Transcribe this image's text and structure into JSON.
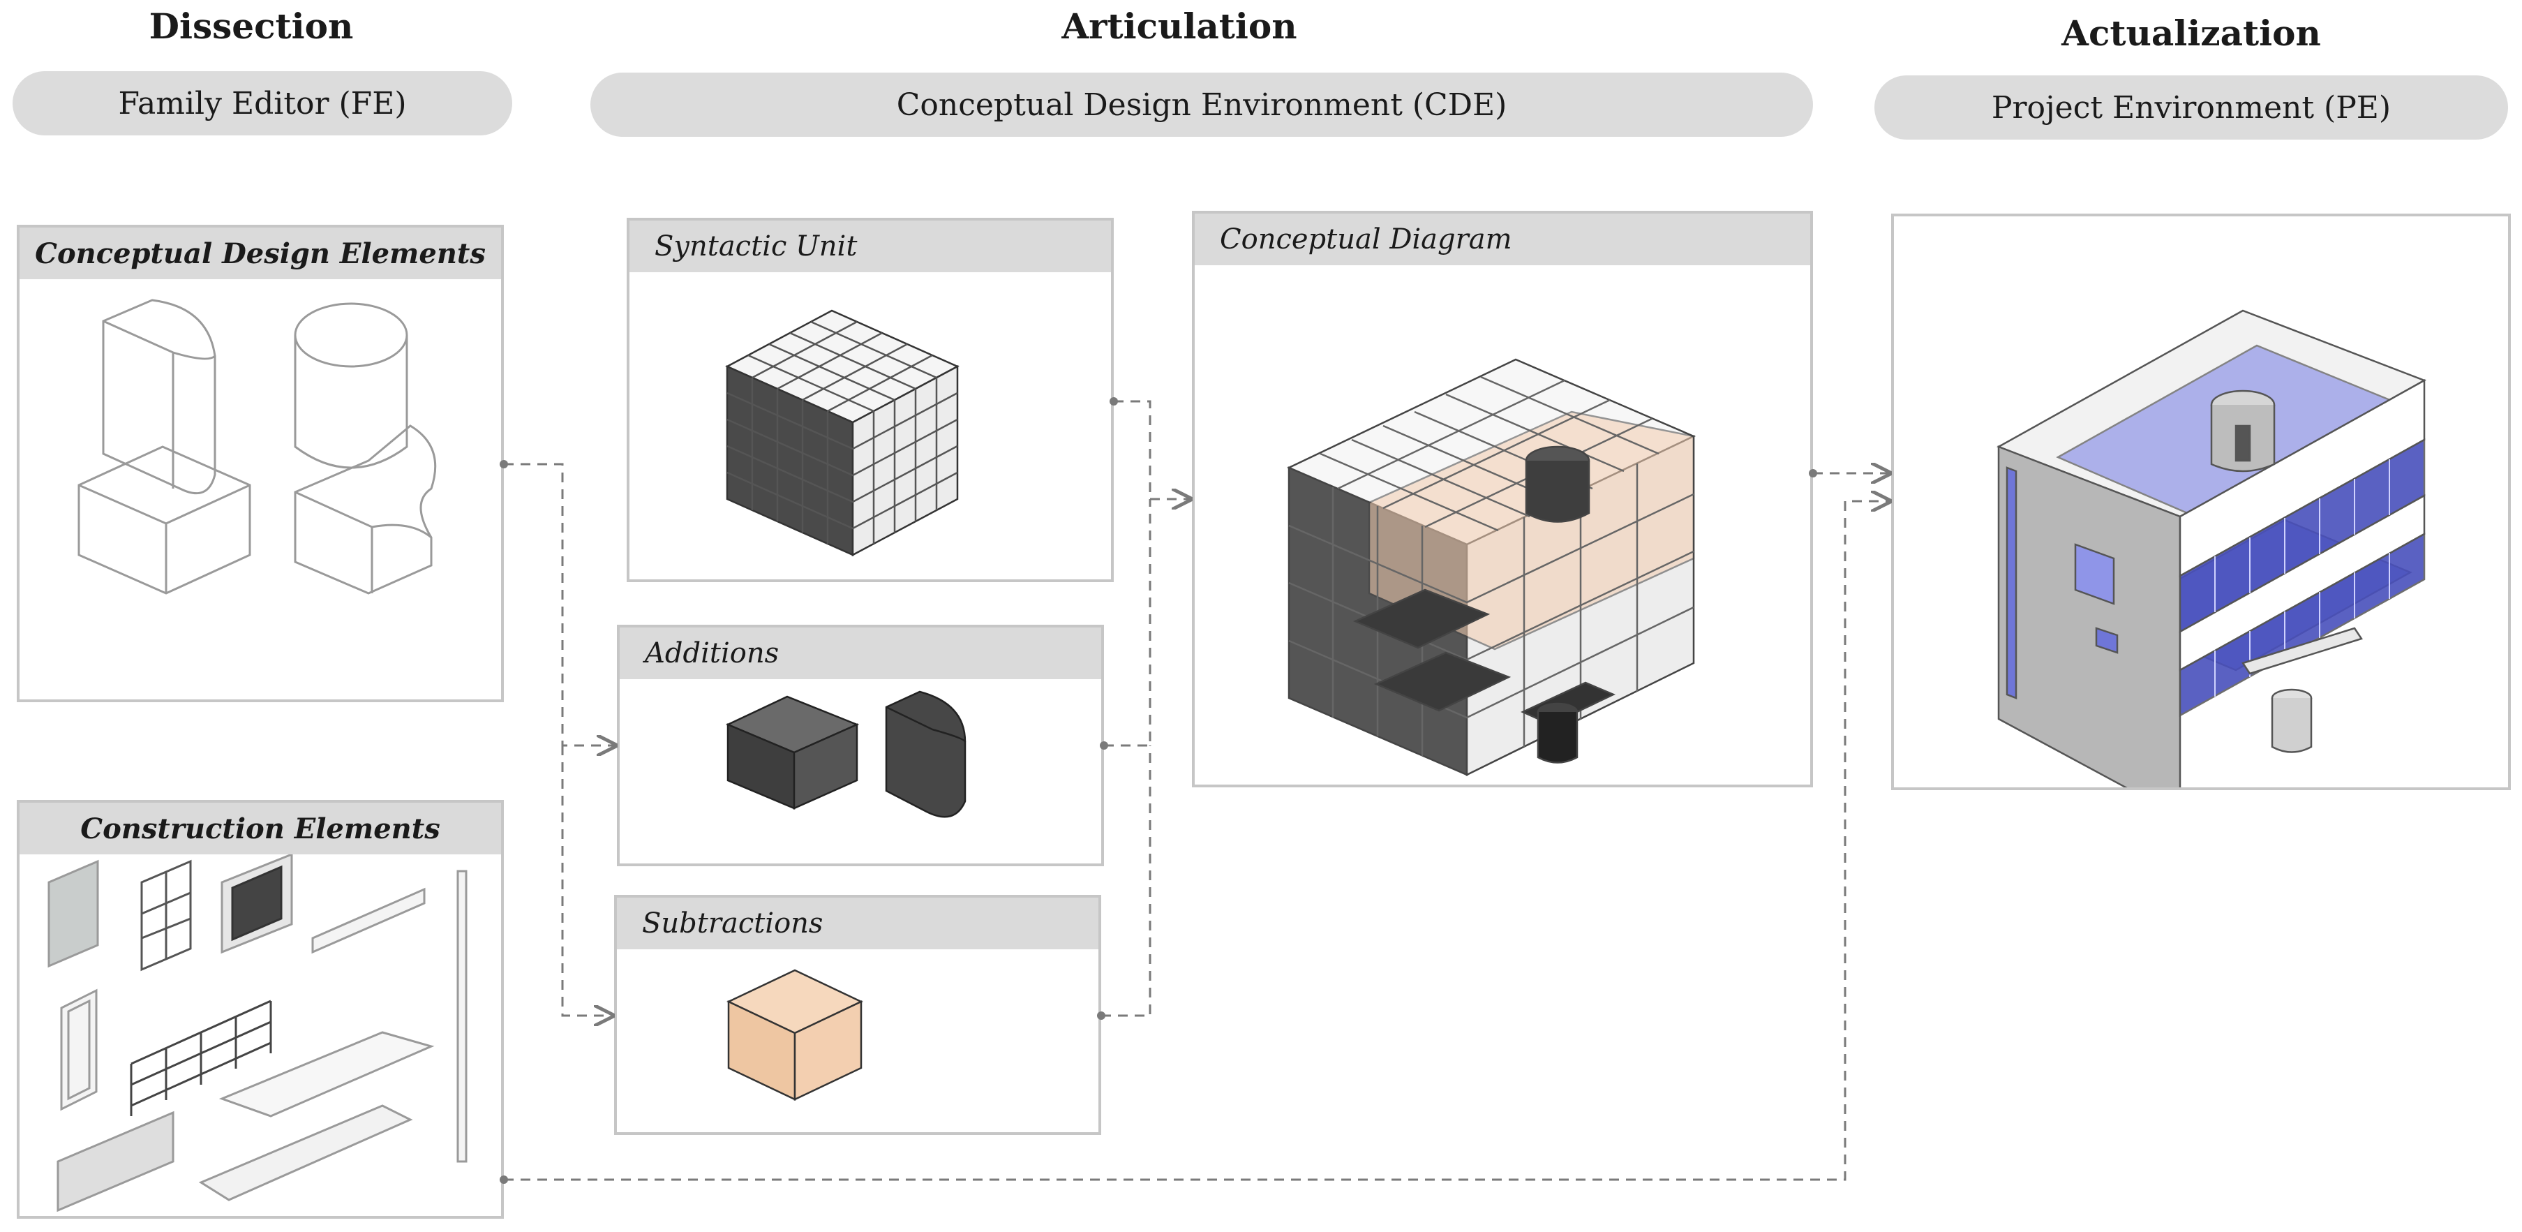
{
  "stages": [
    {
      "title": "Dissection",
      "environment": "Family Editor (FE)"
    },
    {
      "title": "Articulation",
      "environment": "Conceptual Design Environment (CDE)"
    },
    {
      "title": "Actualization",
      "environment": "Project Environment (PE)"
    }
  ],
  "panels": {
    "conceptual_design_elements": "Conceptual Design Elements",
    "construction_elements": "Construction Elements",
    "syntactic_unit": "Syntactic Unit",
    "additions": "Additions",
    "subtractions": "Subtractions",
    "conceptual_diagram": "Conceptual Diagram"
  },
  "colors": {
    "pill": "#dcdcdc",
    "panel_border": "#c6c6c6",
    "panel_head": "#dadada",
    "connector": "#7a7a7a",
    "solid_dark": "#4a4a4a",
    "subtraction_fill": "#f0c9a8",
    "glazing_blue": "#8f95e8"
  }
}
